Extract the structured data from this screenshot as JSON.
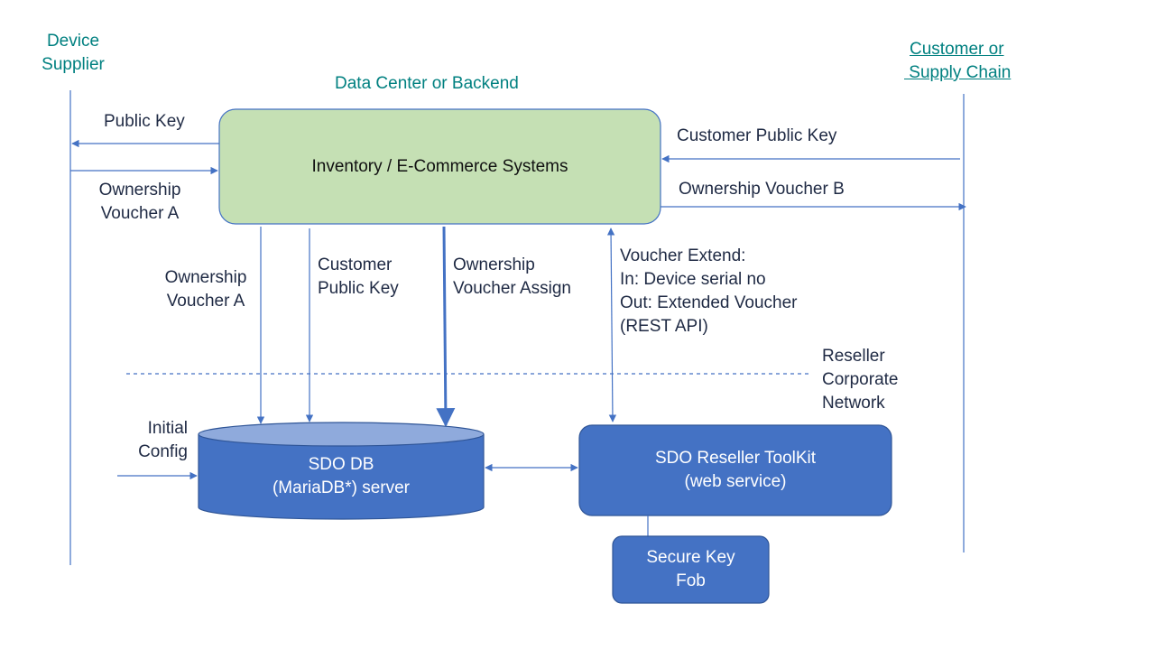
{
  "actors": {
    "device_supplier": [
      "Device",
      "Supplier"
    ],
    "customer": [
      "Customer or",
      " Supply Chain"
    ],
    "data_center": "Data Center or Backend"
  },
  "nodes": {
    "inventory": "Inventory / E-Commerce Systems",
    "sdo_db": [
      "SDO DB",
      "(MariaDB*) server"
    ],
    "toolkit": [
      "SDO Reseller ToolKit",
      "(web service)"
    ],
    "keyfob": [
      "Secure Key",
      "Fob"
    ]
  },
  "labels": {
    "public_key": "Public Key",
    "ownership_voucher_a_top": [
      "Ownership",
      "Voucher A"
    ],
    "customer_public_key_right": "Customer Public Key",
    "ownership_voucher_b": "Ownership Voucher B",
    "ownership_voucher_a_mid": [
      "Ownership",
      "Voucher A"
    ],
    "customer_public_key_mid": [
      "Customer",
      "Public Key"
    ],
    "ownership_voucher_assign": [
      "Ownership",
      "Voucher Assign"
    ],
    "voucher_extend": [
      "Voucher Extend:",
      "In: Device serial no",
      "Out: Extended Voucher",
      "(REST API)"
    ],
    "reseller_network": [
      "Reseller",
      "Corporate",
      "Network"
    ],
    "initial_config": [
      "Initial",
      "Config"
    ]
  },
  "colors": {
    "teal": "#008080",
    "inventory_fill": "#c5e0b4",
    "blue_fill": "#4472c4",
    "cylinder_top": "#8faadc",
    "line": "#4472c4"
  }
}
